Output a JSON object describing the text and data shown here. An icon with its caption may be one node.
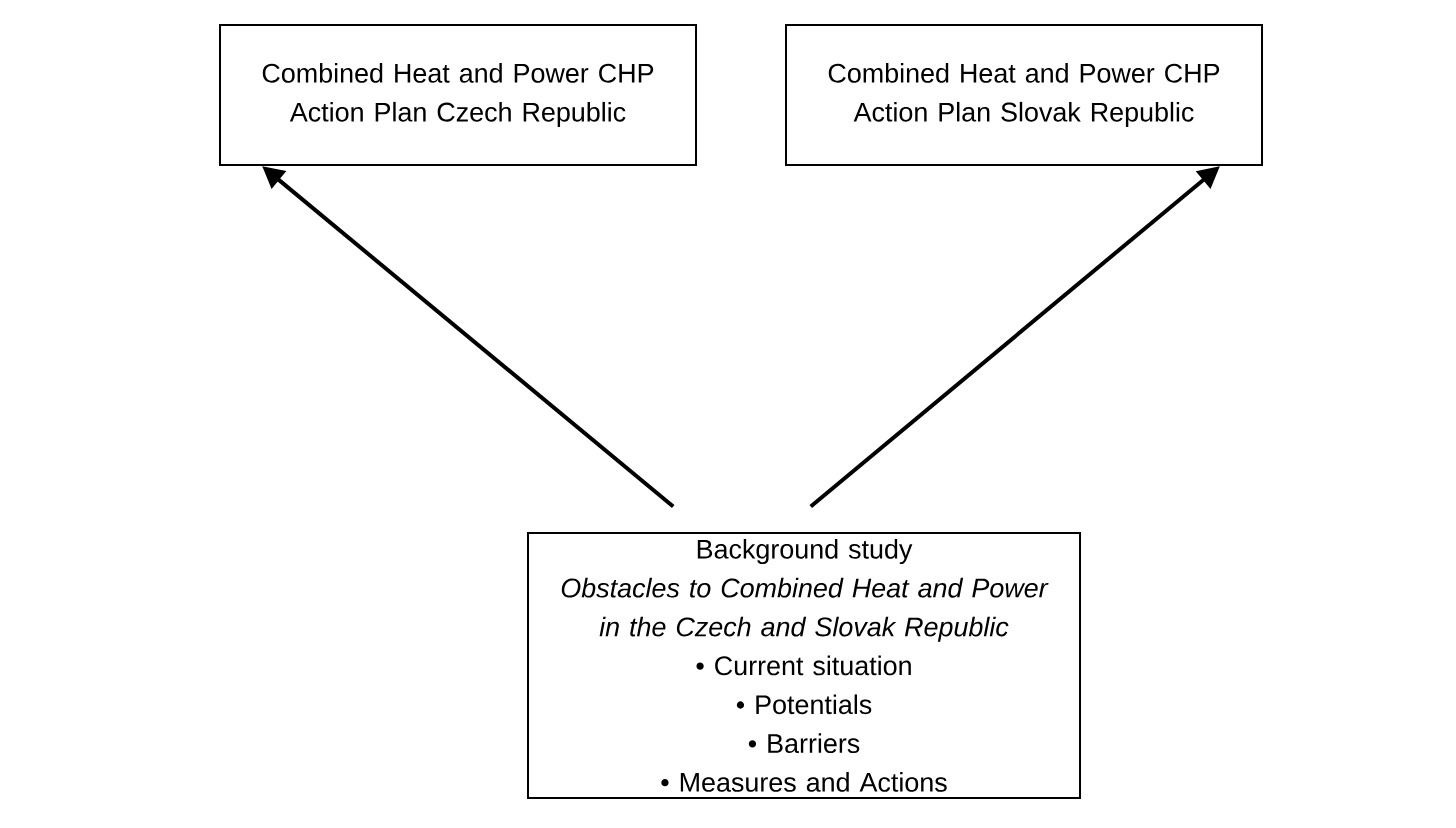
{
  "diagram": {
    "nodes": [
      {
        "text": [
          "Combined Heat and Power CHP Action Plan Czech Republic"
        ]
      },
      {
        "text": [
          "Combined Heat and Power CHP Action Plan Slovak Republic"
        ]
      },
      {
        "text": [
          "Background study",
          "Obstacles to Combined Heat and Power in the Czech and Slovak Republic",
          "• Current situation",
          "• Potentials",
          "• Barriers",
          "• Measures and Actions"
        ]
      }
    ],
    "edges": [
      {
        "from": 2,
        "to": 0,
        "arrow": "to"
      },
      {
        "from": 2,
        "to": 1,
        "arrow": "to"
      }
    ]
  }
}
